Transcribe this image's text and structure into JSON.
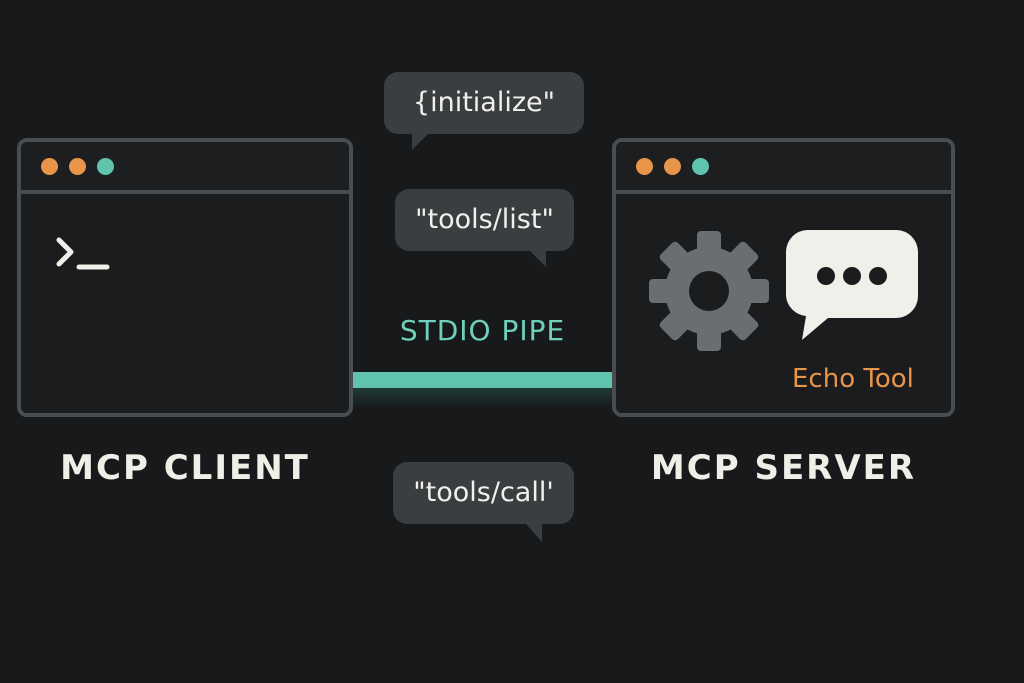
{
  "client": {
    "label": "MCP CLIENT",
    "dots": [
      "#e8954a",
      "#e8954a",
      "#5fc3ad"
    ],
    "prompt_icon": "terminal-prompt-icon"
  },
  "server": {
    "label": "MCP SERVER",
    "dots": [
      "#e8954a",
      "#e8954a",
      "#5fc3ad"
    ],
    "icons": [
      "gear-icon",
      "chat-ellipsis-icon"
    ],
    "tool_label": "Echo Tool"
  },
  "pipe": {
    "label": "STDIO PIPE",
    "color": "#5fc3ad"
  },
  "messages": {
    "initialize": "{initialize\"",
    "tools_list": "\"tools/list\"",
    "tools_call": "\"tools/call'"
  },
  "colors": {
    "background": "#17191b",
    "accent_orange": "#e8954a",
    "accent_teal": "#5fc3ad",
    "bubble": "#3b3e41"
  }
}
